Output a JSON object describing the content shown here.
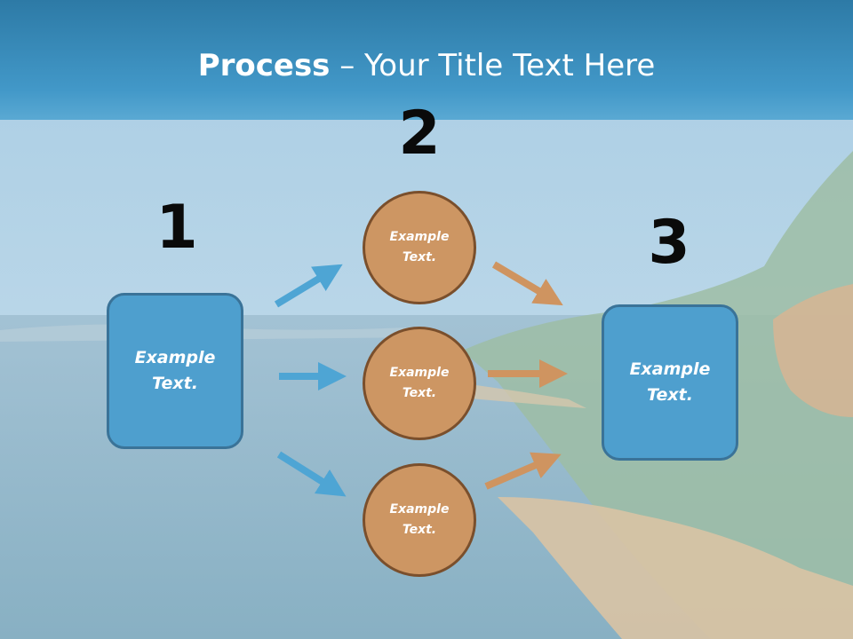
{
  "title": {
    "bold": "Process",
    "rest": " – Your Title Text Here"
  },
  "steps": [
    {
      "number": "1",
      "label": "Example\nText."
    },
    {
      "number": "2",
      "label": "Example\nText."
    },
    {
      "number": "3",
      "label": "Example\nText."
    }
  ],
  "circles": [
    {
      "label": "Example\nText."
    },
    {
      "label": "Example\nText."
    },
    {
      "label": "Example\nText."
    }
  ],
  "colors": {
    "box_fill": "#4e9fce",
    "circle_fill": "#cd9663",
    "arrow_blue": "#4ea5d4",
    "arrow_orange": "#cf9460"
  }
}
